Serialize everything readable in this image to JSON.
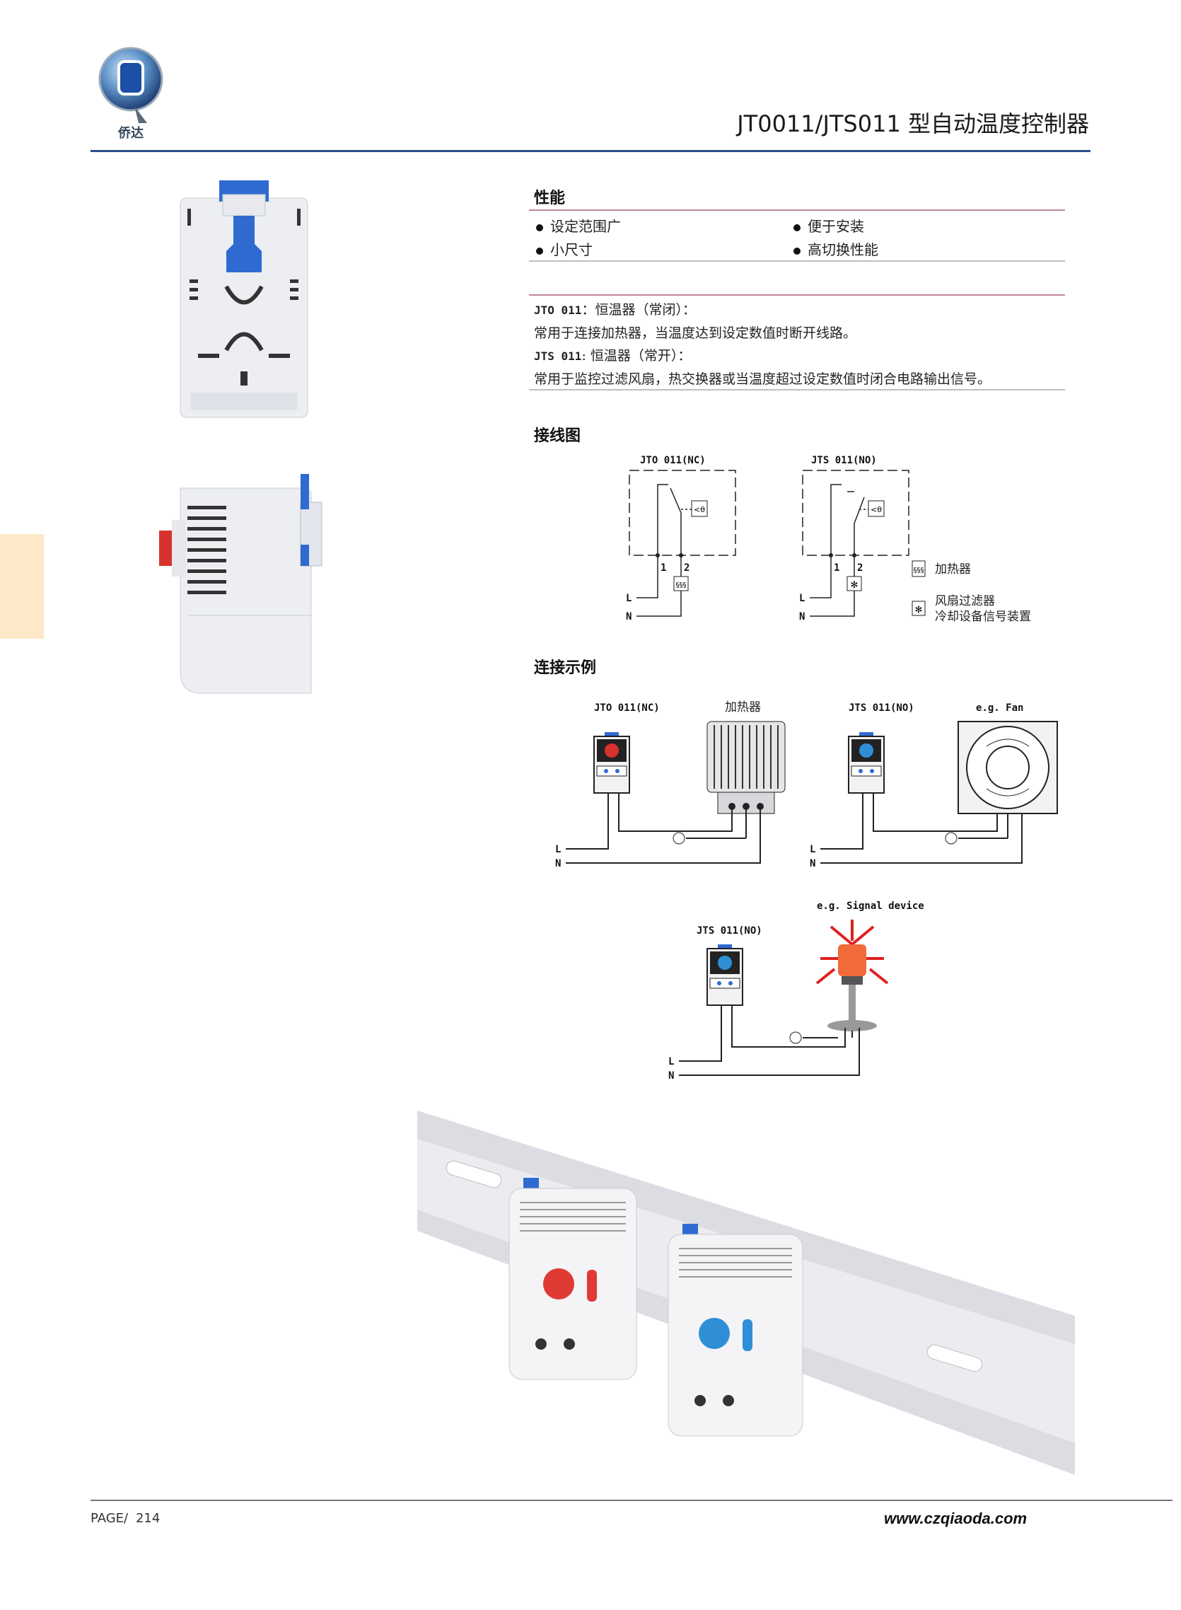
{
  "header": {
    "logo_text": "侨达",
    "title": "JT0011/JTS011 型自动温度控制器"
  },
  "performance": {
    "title": "性能",
    "features": [
      "设定范围广",
      "便于安装",
      "小尺寸",
      "高切换性能"
    ]
  },
  "description": {
    "lines": [
      {
        "code": "JTO 011",
        "text": "：恒温器（常闭）："
      },
      {
        "code": "",
        "text": "常用于连接加热器，当温度达到设定数值时断开线路。"
      },
      {
        "code": "JTS 011",
        "text": ": 恒温器（常开）："
      },
      {
        "code": "",
        "text": "常用于监控过滤风扇，热交换器或当温度超过设定数值时闭合电路输出信号。"
      }
    ]
  },
  "wiring": {
    "title": "接线图",
    "nc_label": "JTO 011(NC)",
    "no_label": "JTS 011(NO)",
    "terminal_1": "1",
    "terminal_2": "2",
    "l": "L",
    "n": "N",
    "legend_heater": "加热器",
    "legend_fan_1": "风扇过滤器",
    "legend_fan_2": "冷却设备信号装置"
  },
  "examples": {
    "title": "连接示例",
    "ex1_device": "JTO 011(NC)",
    "ex1_load": "加热器",
    "ex2_device": "JTS 011(NO)",
    "ex2_load": "e.g. Fan",
    "ex3_device": "JTS 011(NO)",
    "ex3_load": "e.g. Signal device",
    "l": "L",
    "n": "N"
  },
  "footer": {
    "page_prefix": "PAGE/",
    "page_number": "214",
    "website": "www.czqiaoda.com"
  },
  "colors": {
    "accent_blue": "#2a4f86",
    "pink_rule": "#c2869a",
    "side_tab": "#fde8c7"
  }
}
